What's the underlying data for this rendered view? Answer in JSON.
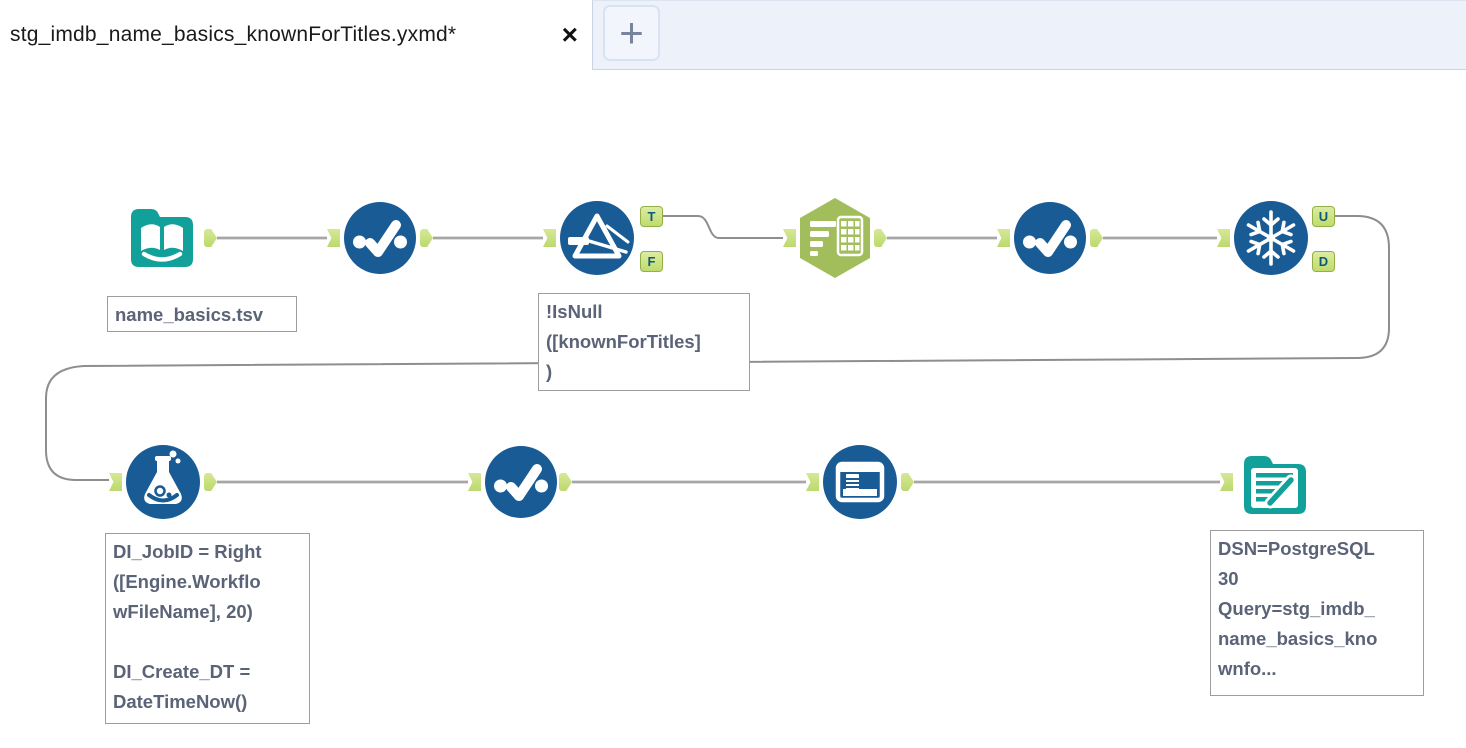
{
  "window": {
    "tab_title": "stg_imdb_name_basics_knownForTitles.yxmd*",
    "close_glyph": "×",
    "new_tab_glyph": "+"
  },
  "colors": {
    "tool_blue": "#195B94",
    "tool_teal": "#12A19A",
    "summarize_green": "#A2BD5C",
    "anchor_green": "#C9E17E",
    "anchor_border": "#93B047",
    "wire_gray": "#A6A6A6",
    "annotation_text": "#5A6377",
    "tab_strip_bg": "#EDF1F9"
  },
  "canvas": {
    "tools": [
      {
        "name": "input-data-tool",
        "icon": "open-book-icon"
      },
      {
        "name": "select-tool-1",
        "icon": "checkmark-icon"
      },
      {
        "name": "filter-tool",
        "icon": "funnel-icon",
        "outputs": [
          "T",
          "F"
        ]
      },
      {
        "name": "summarize-tool",
        "icon": "bars-table-icon"
      },
      {
        "name": "select-tool-2",
        "icon": "checkmark-icon"
      },
      {
        "name": "unique-tool",
        "icon": "snowflake-icon",
        "outputs": [
          "U",
          "D"
        ]
      },
      {
        "name": "formula-tool",
        "icon": "flask-icon"
      },
      {
        "name": "select-tool-3",
        "icon": "checkmark-icon"
      },
      {
        "name": "browse-window-tool",
        "icon": "window-table-icon"
      },
      {
        "name": "output-data-tool",
        "icon": "notepad-pencil-icon"
      }
    ],
    "anchor_labels": {
      "T": "T",
      "F": "F",
      "U": "U",
      "D": "D"
    },
    "annotations": {
      "input": {
        "text": "name_basics.tsv"
      },
      "filter": {
        "lines": [
          "!IsNull",
          "([knownForTitles]",
          ")"
        ]
      },
      "formula": {
        "lines": [
          "DI_JobID = Right",
          "([Engine.Workflo",
          "wFileName], 20)",
          "",
          "DI_Create_DT =",
          "DateTimeNow()"
        ]
      },
      "output": {
        "lines": [
          "DSN=PostgreSQL",
          "30",
          "Query=stg_imdb_",
          "name_basics_kno",
          "wnfo..."
        ]
      }
    }
  }
}
